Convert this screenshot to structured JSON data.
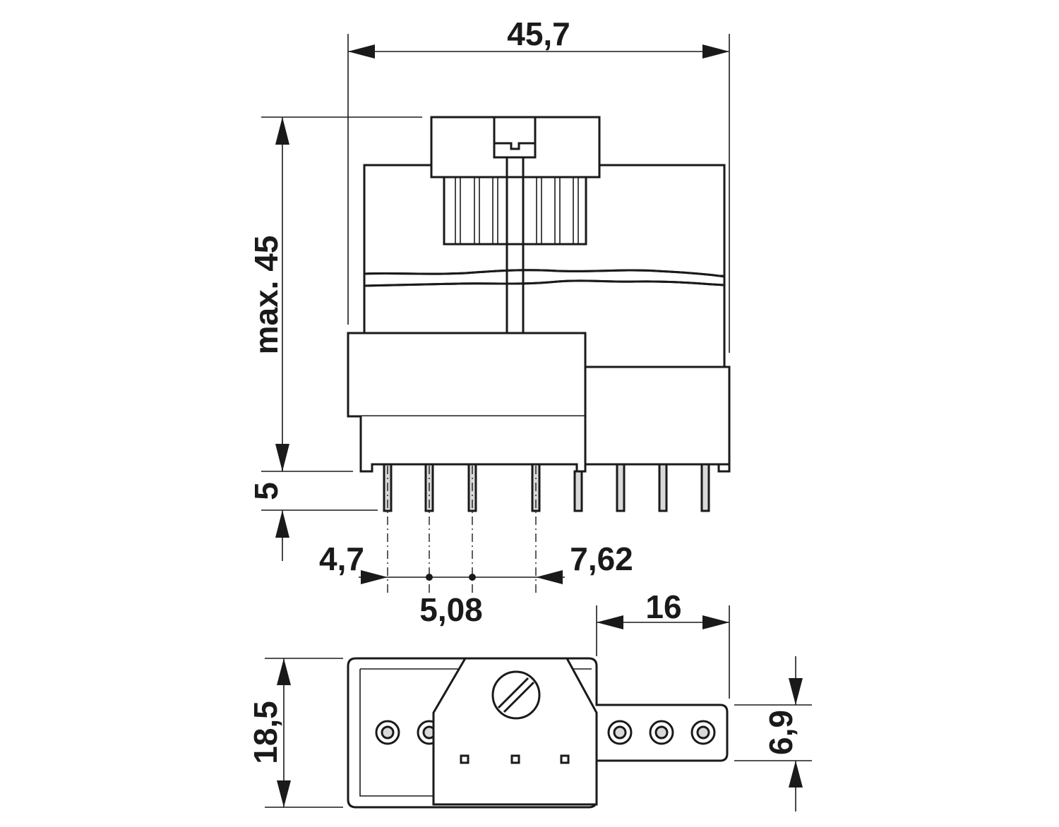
{
  "dimensions": {
    "overall_width": "45,7",
    "overall_height": "max. 45",
    "pin_length": "5",
    "pin_offset_left": "4,7",
    "pin_pitch_small": "5,08",
    "pin_pitch_large": "7,62",
    "tab_width": "16",
    "base_depth": "18,5",
    "tab_depth": "6,9"
  },
  "colors": {
    "line": "#1a1a1a",
    "pin_fill": "#d9d9d9",
    "background": "#ffffff"
  }
}
